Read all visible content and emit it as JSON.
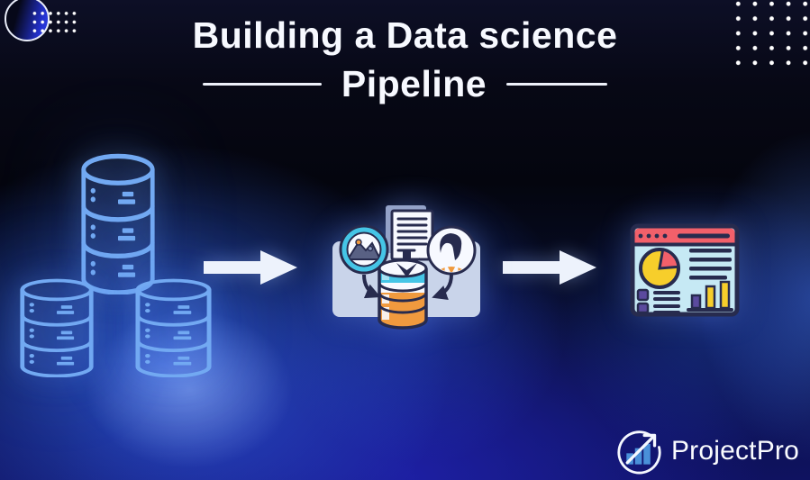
{
  "title": {
    "line1": "Building a Data science",
    "line2": "Pipeline"
  },
  "branding": {
    "logo_text": "ProjectPro"
  },
  "pipeline": {
    "stages": [
      {
        "name": "data-sources",
        "icon": "database-cylinder-icon",
        "database_count": 3
      },
      {
        "name": "data-processing",
        "icon": "data-aggregation-icon"
      },
      {
        "name": "analytics-dashboard",
        "icon": "dashboard-report-icon"
      }
    ],
    "connectors": [
      "flow-arrow-icon",
      "flow-arrow-icon"
    ]
  },
  "decorations": {
    "top_left": [
      "gradient-circle",
      "dot-grid-6x3"
    ],
    "top_right": [
      "dot-grid-5x5"
    ]
  },
  "colors": {
    "white": "#f7f9ff",
    "navy": "#272b4e",
    "dbline": "#72a9f2",
    "cyan": "#45c5e6",
    "orange": "#f09a3e",
    "coral": "#f2606a",
    "yellow": "#f7ce2b",
    "purple": "#5b4a9e",
    "panel": "#c9d4ea",
    "paperback": "#93a2c8",
    "slate": "#596184",
    "dashbody": "#c6e9f4",
    "logoblue": "#4a90d9"
  }
}
